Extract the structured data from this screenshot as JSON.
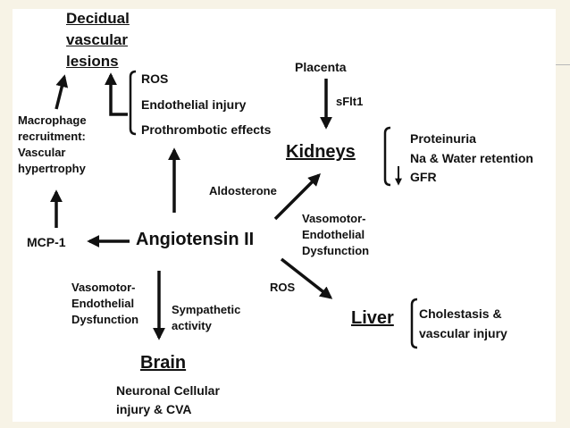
{
  "diagram": {
    "decidual_title": [
      "Decidual",
      "vascular",
      "lesions"
    ],
    "decidual_effects": [
      "ROS",
      "Endothelial injury",
      "Prothrombotic effects"
    ],
    "macrophage": [
      "Macrophage",
      "recruitment:",
      "Vascular",
      "hypertrophy"
    ],
    "mcp1": "MCP-1",
    "center": "Angiotensin II",
    "placenta": "Placenta",
    "sflt1": "sFlt1",
    "kidneys": "Kidneys",
    "kidney_effects": [
      "Proteinuria",
      "Na & Water retention",
      "GFR"
    ],
    "aldosterone": "Aldosterone",
    "vasomotor_right": [
      "Vasomotor-",
      "Endothelial",
      "Dysfunction"
    ],
    "ros_liver": "ROS",
    "liver": "Liver",
    "liver_effects": [
      "Cholestasis &",
      "vascular injury"
    ],
    "vasomotor_left": [
      "Vasomotor-",
      "Endothelial",
      "Dysfunction"
    ],
    "sympathetic": [
      "Sympathetic",
      "activity"
    ],
    "brain": "Brain",
    "brain_effects": [
      "Neuronal Cellular",
      "injury & CVA"
    ]
  }
}
